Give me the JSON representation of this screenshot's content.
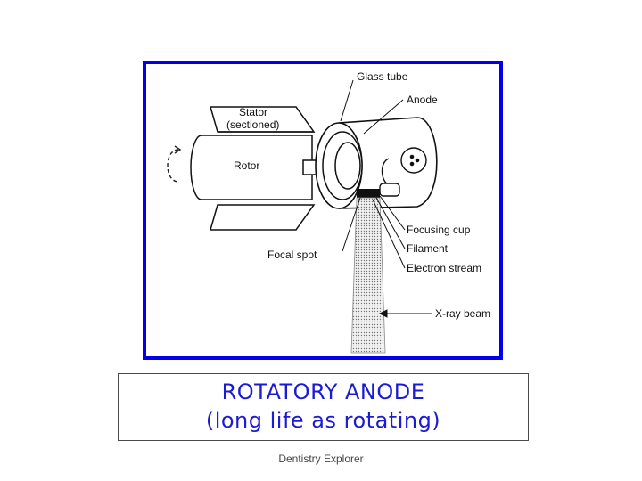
{
  "diagram": {
    "labels": {
      "glass_tube": "Glass tube",
      "anode": "Anode",
      "stator_line1": "Stator",
      "stator_line2": "(sectioned)",
      "rotor": "Rotor",
      "focusing_cup": "Focusing cup",
      "filament": "Filament",
      "focal_spot": "Focal spot",
      "electron_stream": "Electron stream",
      "xray_beam": "X-ray beam"
    },
    "frame_color": "#0000ee"
  },
  "caption": {
    "line1": "ROTATORY ANODE",
    "line2": "(long life as rotating)",
    "color": "#1b1bd6"
  },
  "footer": {
    "text": "Dentistry Explorer"
  }
}
